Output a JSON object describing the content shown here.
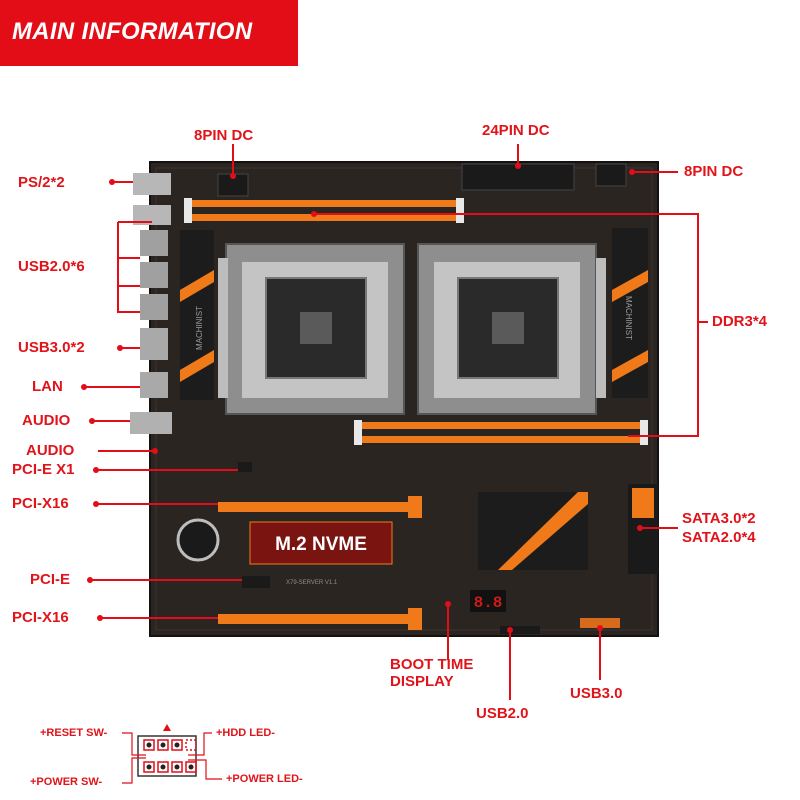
{
  "header": {
    "title": "MAIN INFORMATION"
  },
  "board": {
    "m2_label": "M.2 NVME",
    "silk_left": "MACHINIST",
    "silk_right": "MACHINIST",
    "silk_model": "X79-SERVER V1.1",
    "debug_display": "8.8"
  },
  "labels": {
    "pin8_top": "8PIN DC",
    "pin24": "24PIN DC",
    "pin8_right": "8PIN DC",
    "ps2": "PS/2*2",
    "usb20x6": "USB2.0*6",
    "usb30x2": "USB3.0*2",
    "lan": "LAN",
    "audio1": "AUDIO",
    "audio2": "AUDIO",
    "pcie_x1": "PCI-E X1",
    "pcix16_1": "PCI-X16",
    "pcie": "PCI-E",
    "pcix16_2": "PCI-X16",
    "ddr3": "DDR3*4",
    "sata3": "SATA3.0*2",
    "sata2": "SATA2.0*4",
    "boot1": "BOOT TIME",
    "boot2": "DISPLAY",
    "usb20": "USB2.0",
    "usb30": "USB3.0"
  },
  "front_panel": {
    "reset": "+RESET SW-",
    "hdd": "+HDD LED-",
    "power_sw": "+POWER SW-",
    "power_led": "+POWER LED-"
  },
  "colors": {
    "accent": "#e20d16",
    "label": "#e0141a",
    "pcb": "#2b2522",
    "slot": "#f07a1a",
    "heatsink": "#1c1c1c"
  }
}
